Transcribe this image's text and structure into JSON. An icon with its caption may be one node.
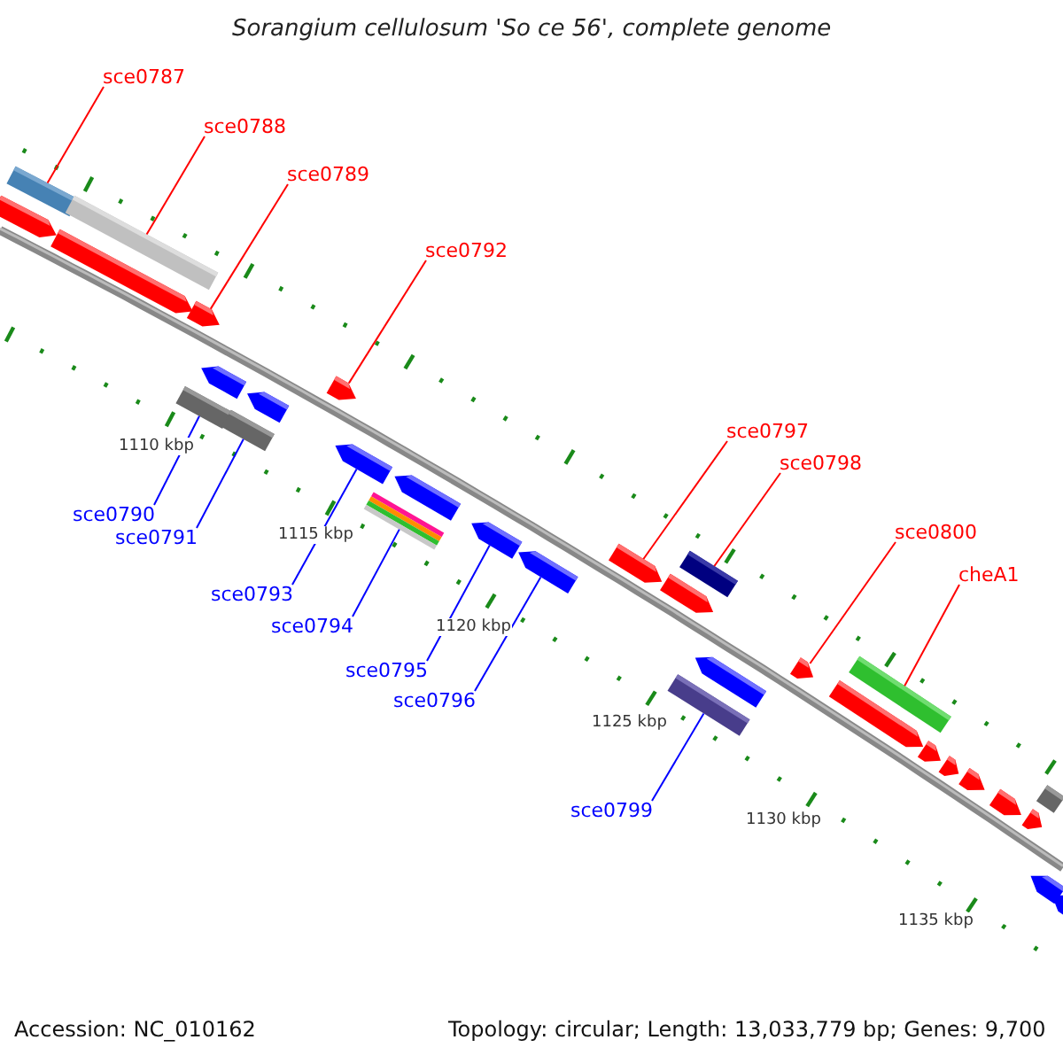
{
  "diagram": {
    "title": "Sorangium cellulosum 'So ce 56', complete genome",
    "nodes": [
      {
        "text": [
          "sce0787"
        ]
      },
      {
        "text": [
          "sce0788"
        ]
      },
      {
        "text": [
          "sce0789"
        ]
      },
      {
        "text": [
          "sce0792"
        ]
      },
      {
        "text": [
          "sce0797"
        ]
      },
      {
        "text": [
          "sce0798"
        ]
      },
      {
        "text": [
          "sce0800"
        ]
      },
      {
        "text": [
          "cheA1"
        ]
      },
      {
        "text": [
          "sce0790"
        ]
      },
      {
        "text": [
          "sce0791"
        ]
      },
      {
        "text": [
          "sce0793"
        ]
      },
      {
        "text": [
          "sce0794"
        ]
      },
      {
        "text": [
          "sce0795"
        ]
      },
      {
        "text": [
          "sce0796"
        ]
      },
      {
        "text": [
          "sce0799"
        ]
      },
      {
        "text": [],
        "shape": "box"
      },
      {
        "text": [],
        "shape": "box"
      },
      {
        "text": [],
        "shape": "arrow"
      },
      {
        "text": [],
        "shape": "arrow"
      },
      {
        "text": [],
        "shape": "arrow"
      },
      {
        "text": [],
        "shape": "box"
      },
      {
        "text": [],
        "shape": "arrow"
      },
      {
        "text": [],
        "shape": "box"
      },
      {
        "text": [],
        "shape": "box"
      },
      {
        "text": [],
        "shape": "box"
      },
      {
        "text": [],
        "shape": "arrow"
      },
      {
        "text": [],
        "shape": "box"
      },
      {
        "text": [],
        "shape": "arrow"
      },
      {
        "text": [],
        "shape": "arrow"
      },
      {
        "text": [],
        "shape": "box"
      },
      {
        "text": [],
        "shape": "arrow"
      },
      {
        "text": [],
        "shape": "arrow"
      },
      {
        "text": [],
        "shape": "arrow"
      },
      {
        "text": [],
        "shape": "arrow"
      },
      {
        "text": [],
        "shape": "arrow"
      },
      {
        "text": [],
        "shape": "arrow"
      },
      {
        "text": [],
        "shape": "arrow"
      },
      {
        "text": [],
        "shape": "arrow"
      },
      {
        "text": [],
        "shape": "arrow"
      },
      {
        "text": [],
        "shape": "arrow"
      },
      {
        "text": [],
        "shape": "arrow"
      },
      {
        "text": [],
        "shape": "arrow"
      },
      {
        "text": [],
        "shape": "arrow"
      },
      {
        "text": [],
        "shape": "box"
      },
      {
        "text": [],
        "shape": "arrow"
      },
      {
        "text": [],
        "shape": "arrow"
      }
    ],
    "edges": [
      {
        "from": 0,
        "to": 15,
        "arrow": "none"
      },
      {
        "from": 1,
        "to": 16,
        "arrow": "none"
      },
      {
        "from": 2,
        "to": 17,
        "arrow": "none"
      },
      {
        "from": 3,
        "to": 18,
        "arrow": "none"
      },
      {
        "from": 4,
        "to": 19,
        "arrow": "none"
      },
      {
        "from": 5,
        "to": 20,
        "arrow": "none"
      },
      {
        "from": 6,
        "to": 21,
        "arrow": "none"
      },
      {
        "from": 7,
        "to": 22,
        "arrow": "none"
      },
      {
        "from": 8,
        "to": 23,
        "arrow": "none",
        "color": "#0000ff"
      },
      {
        "from": 9,
        "to": 24,
        "arrow": "none",
        "color": "#0000ff"
      },
      {
        "from": 10,
        "to": 25,
        "arrow": "none",
        "color": "#0000ff"
      },
      {
        "from": 11,
        "to": 26,
        "arrow": "none",
        "color": "#0000ff"
      },
      {
        "from": 12,
        "to": 27,
        "arrow": "none",
        "color": "#0000ff"
      },
      {
        "from": 13,
        "to": 28,
        "arrow": "none",
        "color": "#0000ff"
      },
      {
        "from": 14,
        "to": 29,
        "arrow": "none",
        "color": "#0000ff"
      }
    ],
    "labels": [
      "1110 kbp",
      "1115 kbp",
      "1120 kbp",
      "1125 kbp",
      "1130 kbp",
      "1135 kbp",
      "Accession: NC_010162",
      "Topology: circular; Length: 13,033,779 bp; Genes: 9,700"
    ]
  }
}
